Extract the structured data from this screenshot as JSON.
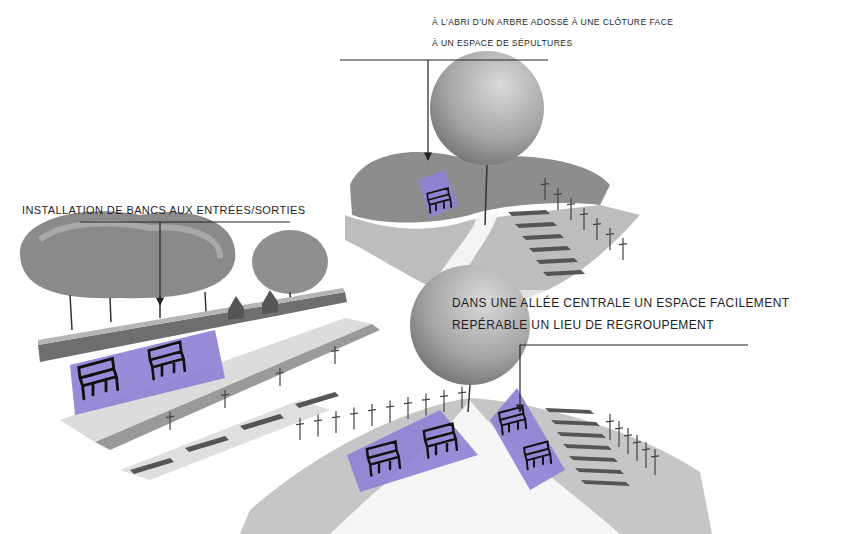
{
  "diagram": {
    "labels": [
      "À L'ABRI D'UN ARBRE ADOSSÉ À UNE CLÔTURE FACE À UN ESPACE DE SÉPULTURES",
      "INSTALLATION DE BANCS AUX ENTRÉES/SORTIES",
      "DANS UNE ALLÉE CENTRALE UN ESPACE FACILEMENT REPÉRABLE UN LIEU DE REGROUPEMENT"
    ]
  }
}
